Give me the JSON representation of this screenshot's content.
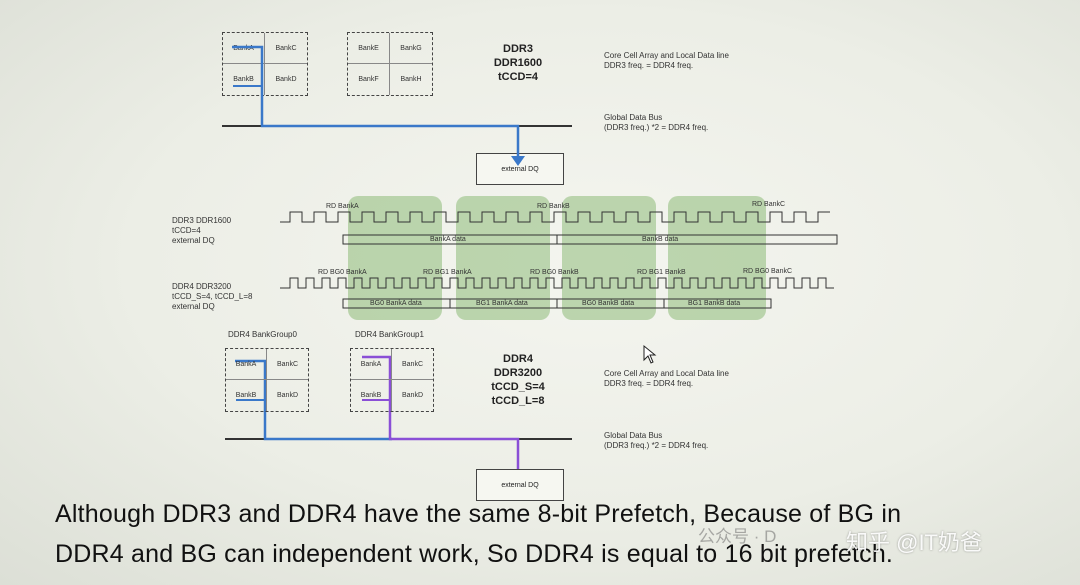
{
  "ddr3": {
    "banks": [
      "BankA",
      "BankC",
      "BankB",
      "BankD"
    ],
    "banks2": [
      "BankE",
      "BankG",
      "BankF",
      "BankH"
    ],
    "title": [
      "DDR3",
      "DDR1600",
      "tCCD=4"
    ],
    "note1": [
      "Core Cell Array and Local Data line",
      "DDR3 freq. = DDR4 freq."
    ],
    "note2": [
      "Global Data Bus",
      "(DDR3 freq.) *2 = DDR4 freq."
    ],
    "dq": "external DQ"
  },
  "timing": {
    "ddr3_labels": [
      "DDR3 DDR1600",
      "tCCD=4",
      "external DQ"
    ],
    "ddr3_reads": [
      "RD BankA",
      "RD BankB",
      "RD BankC"
    ],
    "ddr3_data": [
      "BankA data",
      "BankB data"
    ],
    "ddr4_labels": [
      "DDR4 DDR3200",
      "tCCD_S=4, tCCD_L=8",
      "external DQ"
    ],
    "ddr4_reads": [
      "RD BG0 BankA",
      "RD BG1 BankA",
      "RD BG0 BankB",
      "RD BG1 BankB",
      "RD BG0 BankC"
    ],
    "ddr4_data": [
      "BG0 BankA data",
      "BG1 BankA data",
      "BG0 BankB data",
      "BG1 BankB data"
    ]
  },
  "ddr4": {
    "group0": "DDR4 BankGroup0",
    "group1": "DDR4 BankGroup1",
    "banks0": [
      "BankA",
      "BankC",
      "BankB",
      "BankD"
    ],
    "banks1": [
      "BankA",
      "BankC",
      "BankB",
      "BankD"
    ],
    "title": [
      "DDR4",
      "DDR3200",
      "tCCD_S=4",
      "tCCD_L=8"
    ],
    "note1": [
      "Core Cell Array and Local Data line",
      "DDR3 freq. = DDR4 freq."
    ],
    "note2": [
      "Global Data Bus",
      "(DDR3 freq.) *2 = DDR4 freq."
    ],
    "dq": "external DQ"
  },
  "caption": [
    "Although DDR3 and DDR4 have the same 8-bit Prefetch, Because of BG in",
    "DDR4 and BG can independent work, So DDR4 is equal to 16 bit prefetch."
  ],
  "watermark": {
    "zhihu": "知乎 @IT奶爸",
    "wechat": "公众号 · D"
  },
  "colors": {
    "bus_blue": "#3a78c9",
    "bus_purple": "#8a4fd6",
    "highlight": "#7aaf5f"
  }
}
